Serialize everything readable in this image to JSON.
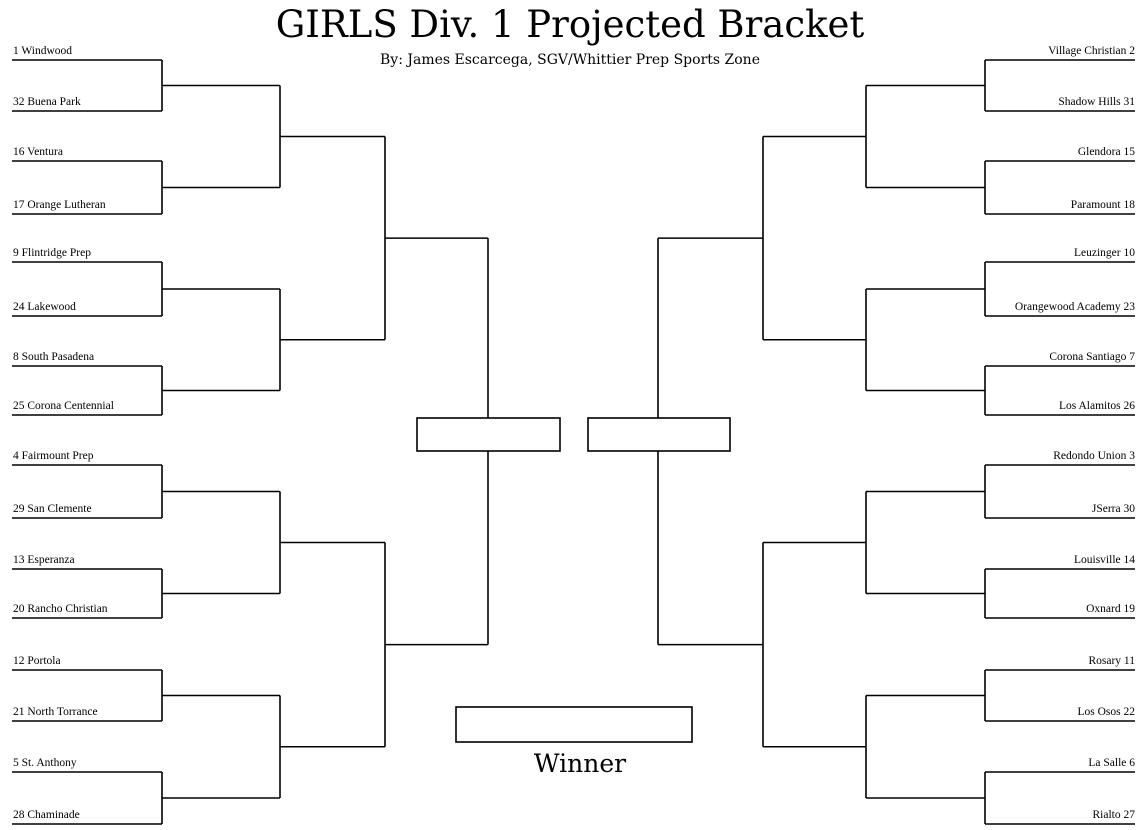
{
  "title": "GIRLS Div. 1 Projected Bracket",
  "subtitle": "By: James Escarcega, SGV/Whittier Prep Sports Zone",
  "winner_label": "Winner",
  "left_teams": [
    "1 Windwood",
    "32 Buena Park",
    "16 Ventura",
    "17 Orange Lutheran",
    "9 Flintridge Prep",
    "24 Lakewood",
    "8 South Pasadena",
    "25 Corona Centennial",
    "4 Fairmount Prep",
    "29 San Clemente",
    "13 Esperanza",
    "20 Rancho Christian",
    "12 Portola",
    "21 North Torrance",
    "5 St. Anthony",
    "28 Chaminade"
  ],
  "right_teams": [
    "Village Christian 2",
    "Shadow Hills 31",
    "Glendora 15",
    "Paramount 18",
    "Leuzinger 10",
    "Orangewood Academy 23",
    "Corona Santiago 7",
    "Los Alamitos 26",
    "Redondo Union 3",
    "JSerra  30",
    "Louisville 14",
    "Oxnard 19",
    "Rosary 11",
    "Los Osos 22",
    "La Salle 6",
    "Rialto 27"
  ]
}
